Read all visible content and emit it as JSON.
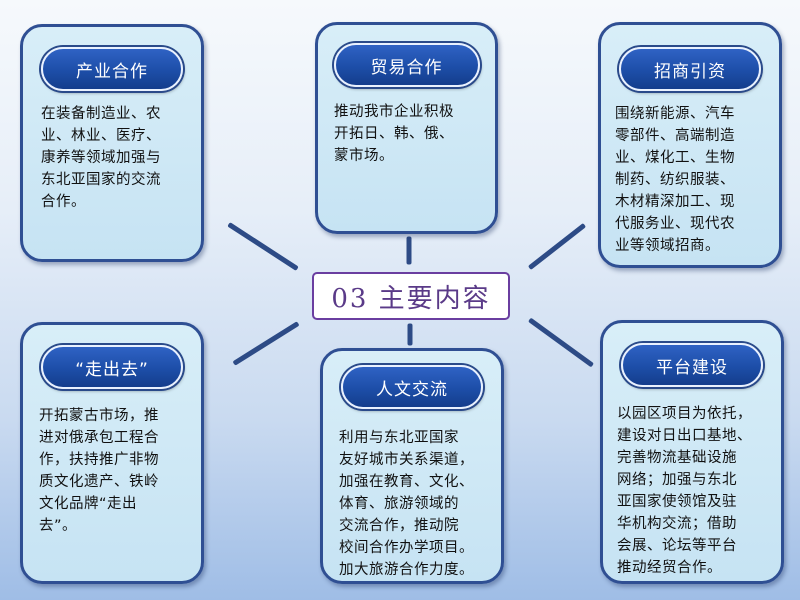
{
  "center": {
    "title": "03 主要内容"
  },
  "cards": {
    "industry": {
      "title": "产业合作",
      "lines": [
        "在装备制造业、农",
        "业、林业、医疗、",
        "康养等领域加强与",
        "东北亚国家的交流",
        "合作。"
      ]
    },
    "trade": {
      "title": "贸易合作",
      "lines": [
        "推动我市企业积极",
        "开拓日、韩、俄、",
        "蒙市场。"
      ]
    },
    "investment": {
      "title": "招商引资",
      "lines": [
        "围绕新能源、汽车",
        "零部件、高端制造",
        "业、煤化工、生物",
        "制药、纺织服装、",
        "木材精深加工、现",
        "代服务业、现代农",
        "业等领域招商。"
      ]
    },
    "going_out": {
      "title": "“走出去”",
      "lines": [
        "开拓蒙古市场，推",
        "进对俄承包工程合",
        "作，扶持推广非物",
        "质文化遗产、铁岭",
        "文化品牌“走出",
        "去”。"
      ]
    },
    "cultural": {
      "title": "人文交流",
      "lines": [
        "利用与东北亚国家",
        "友好城市关系渠道，",
        "加强在教育、文化、",
        "体育、旅游领域的",
        "交流合作，推动院",
        "校间合作办学项目。",
        "加大旅游合作力度。"
      ]
    },
    "platform": {
      "title": "平台建设",
      "lines": [
        "以园区项目为依托，",
        "建设对日出口基地、",
        "完善物流基础设施",
        "网络；加强与东北",
        "亚国家使领馆及驻",
        "华机构交流；借助",
        "会展、论坛等平台",
        "推动经贸合作。"
      ]
    }
  }
}
